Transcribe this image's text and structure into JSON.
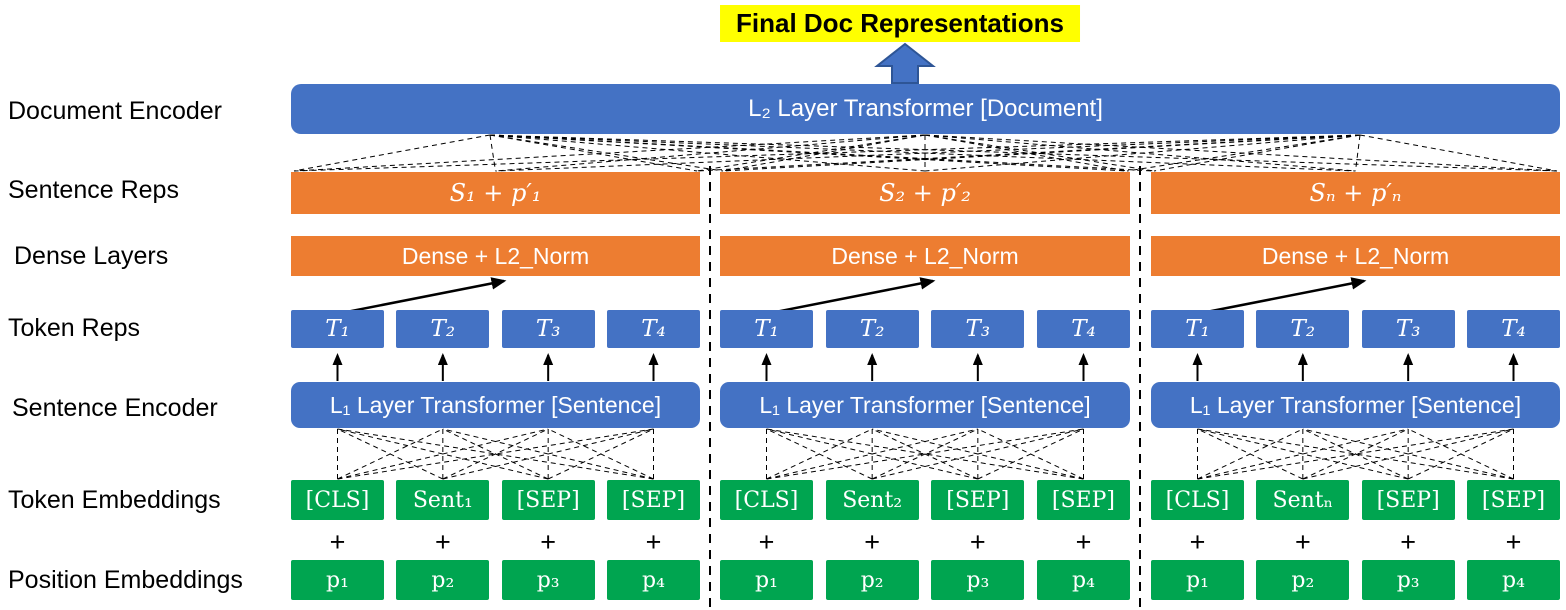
{
  "title": {
    "text": "Final Doc Representations"
  },
  "colors": {
    "blue": "#4472C4",
    "blue_dark": "#2E5596",
    "orange": "#ED7D31",
    "green": "#00A550",
    "yellow": "#FFFF00",
    "ink": "#000000"
  },
  "side_labels": {
    "document_encoder": "Document Encoder",
    "sentence_reps": "Sentence Reps",
    "dense_layers": "Dense Layers",
    "token_reps": "Token Reps",
    "sentence_encoder": "Sentence Encoder",
    "token_embeddings": "Token Embeddings",
    "position_embeddings": "Position Embeddings"
  },
  "document_encoder": {
    "label": "L₂ Layer Transformer [Document]"
  },
  "symbols": {
    "plus": "+"
  },
  "columns": [
    {
      "sentence_rep": "S₁ + p′₁",
      "dense": "Dense + L2_Norm",
      "tokens": [
        "T₁",
        "T₂",
        "T₃",
        "T₄"
      ],
      "encoder": "L₁ Layer Transformer [Sentence]",
      "token_embeddings": [
        "[CLS]",
        "Sent₁",
        "[SEP]",
        "[SEP]"
      ],
      "position_embeddings": [
        "p₁",
        "p₂",
        "p₃",
        "p₄"
      ]
    },
    {
      "sentence_rep": "S₂ + p′₂",
      "dense": "Dense + L2_Norm",
      "tokens": [
        "T₁",
        "T₂",
        "T₃",
        "T₄"
      ],
      "encoder": "L₁ Layer Transformer [Sentence]",
      "token_embeddings": [
        "[CLS]",
        "Sent₂",
        "[SEP]",
        "[SEP]"
      ],
      "position_embeddings": [
        "p₁",
        "p₂",
        "p₃",
        "p₄"
      ]
    },
    {
      "sentence_rep": "Sₙ + p′ₙ",
      "dense": "Dense + L2_Norm",
      "tokens": [
        "T₁",
        "T₂",
        "T₃",
        "T₄"
      ],
      "encoder": "L₁ Layer Transformer [Sentence]",
      "token_embeddings": [
        "[CLS]",
        "Sentₙ",
        "[SEP]",
        "[SEP]"
      ],
      "position_embeddings": [
        "p₁",
        "p₂",
        "p₃",
        "p₄"
      ]
    }
  ]
}
